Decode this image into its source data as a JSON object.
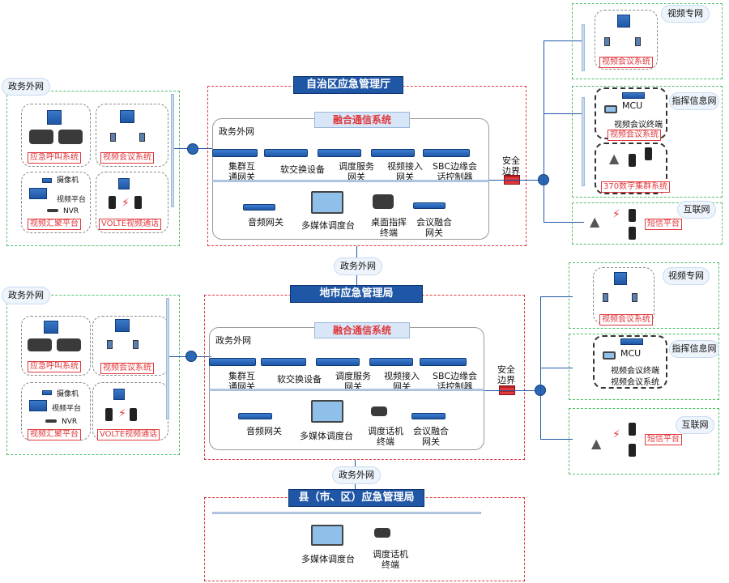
{
  "top": {
    "title": "自治区应急管理厅",
    "left_net": "政务外网",
    "left_groups": [
      "应急呼叫系统",
      "视频会议系统",
      "视频汇聚平台",
      "VOLTE视频通话"
    ],
    "left_devices": [
      "摄像机",
      "视频平台",
      "NVR"
    ],
    "fusion_title": "融合通信系统",
    "inner_net": "政务外网",
    "switches": [
      "集群互\n通网关",
      "软交换设备",
      "调度服务\n网关",
      "视频接入\n网关",
      "SBC边缘会\n话控制器"
    ],
    "terminals": [
      "音频网关",
      "多媒体调度台",
      "桌面指挥\n终端",
      "会议融合\n网关"
    ],
    "security": "安全\n边界",
    "right": {
      "video_net": "视频专网",
      "video_conf": "视频会议系统",
      "cmd_net": "指挥信息网",
      "mcu": "MCU",
      "conf_terminal": "视频会议终端",
      "conf_system": "视频会议系统",
      "trunk": "370数字集群系统",
      "internet": "互联网",
      "sms": "短信平台"
    }
  },
  "mid_cloud": "政务外网",
  "mid": {
    "title": "地市应急管理局",
    "left_net": "政务外网",
    "left_groups": [
      "应急呼叫系统",
      "视频会议系统",
      "视频汇聚平台",
      "VOLTE视频通话"
    ],
    "left_devices": [
      "摄像机",
      "视频平台",
      "NVR"
    ],
    "fusion_title": "融合通信系统",
    "inner_net": "政务外网",
    "switches": [
      "集群互\n通网关",
      "软交换设备",
      "调度服务\n网关",
      "视频接入\n网关",
      "SBC边缘会\n话控制器"
    ],
    "terminals": [
      "音频网关",
      "多媒体调度台",
      "调度话机\n终端",
      "会议融合\n网关"
    ],
    "security": "安全\n边界",
    "right": {
      "video_net": "视频专网",
      "video_conf": "视频会议系统",
      "cmd_net": "指挥信息网",
      "mcu": "MCU",
      "conf_terminal": "视频会议终端",
      "conf_system": "视频会议系统",
      "internet": "互联网",
      "sms": "短信平台"
    }
  },
  "bottom_cloud": "政务外网",
  "bottom": {
    "title": "县（市、区）应急管理局",
    "terminals": [
      "多媒体调度台",
      "调度话机\n终端"
    ]
  },
  "colors": {
    "title_bg": "#1f56a5",
    "red": "#e0393e",
    "green": "#4fbf6a",
    "device_blue": "#1f56a5"
  }
}
